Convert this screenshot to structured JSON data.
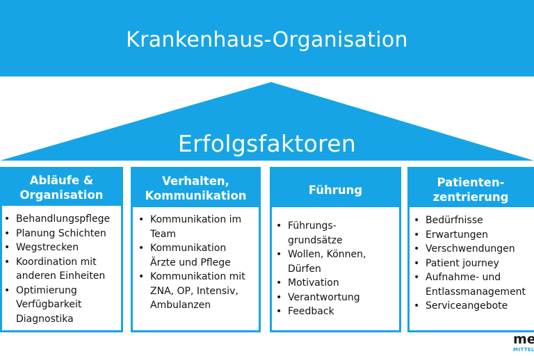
{
  "header": {
    "title": "Krankenhaus-Organisation"
  },
  "roof": {
    "label": "Erfolgsfaktoren"
  },
  "pillars": [
    {
      "title": "Abläufe &\nOrganisation",
      "items": [
        "Behandlungspflege",
        "Planung Schichten",
        "Wegstrecken",
        "Koordination mit\nanderen Einheiten",
        "Optimierung\nVerfügbarkeit\nDiagnostika"
      ]
    },
    {
      "title": "Verhalten,\nKommunikation",
      "items": [
        "Kommunikation im\nTeam",
        "Kommunikation\nÄrzte und Pflege",
        "Kommunikation mit\nZNA, OP, Intensiv,\nAmbulanzen"
      ]
    },
    {
      "title": "Führung",
      "items": [
        "Führungs-\ngrundsätze",
        "Wollen, Können,\nDürfen",
        "Motivation",
        "Verantwortung",
        "Feedback"
      ]
    },
    {
      "title": "Patienten-\nzentrierung",
      "items": [
        "Bedürfnisse",
        "Erwartungen",
        "Verschwendungen",
        "Patient journey",
        "Aufnahme-  und\nEntlassmanagement",
        "Serviceangebote"
      ]
    }
  ],
  "logo": {
    "main": "me",
    "sub": "MITTELP"
  },
  "colors": {
    "accent": "#17a4e6",
    "text": "#111111",
    "background": "#ffffff"
  }
}
